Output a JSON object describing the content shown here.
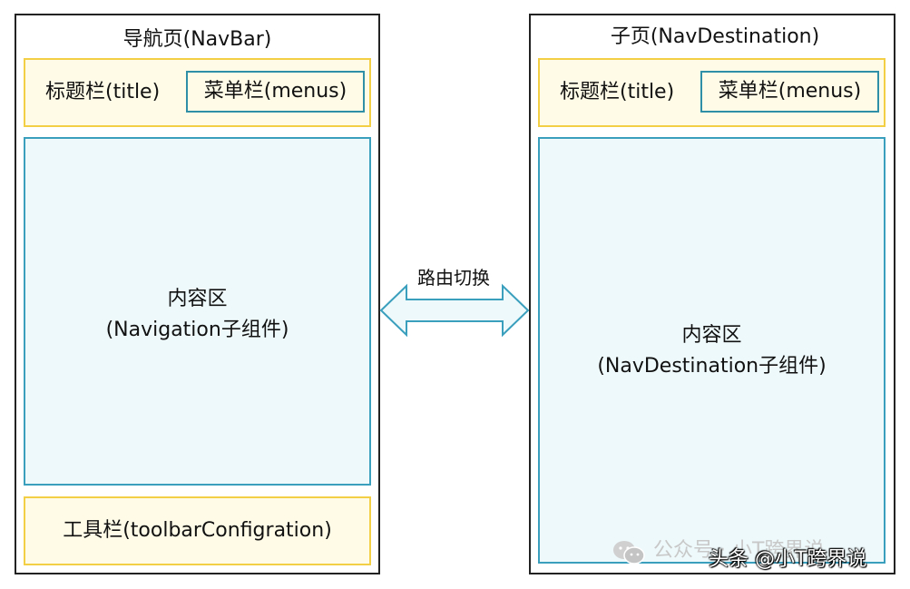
{
  "navbar_page": {
    "title": "导航页(NavBar)",
    "title_bar_label": "标题栏(title)",
    "menu_bar_label": "菜单栏(menus)",
    "content_line1": "内容区",
    "content_line2": "(Navigation子组件)",
    "toolbar_label": "工具栏(toolbarConfigration)"
  },
  "destination_page": {
    "title": "子页(NavDestination)",
    "title_bar_label": "标题栏(title)",
    "menu_bar_label": "菜单栏(menus)",
    "content_line1": "内容区",
    "content_line2": "(NavDestination子组件)"
  },
  "route_switch_label": "路由切换",
  "watermark": {
    "wechat_account": "公众号 · 小T跨界说",
    "toutiao_account": "头条 @小T跨界说"
  },
  "colors": {
    "bar_border": "#f2cf45",
    "bar_fill": "#fffbe6",
    "content_border": "#3a9fbd",
    "content_fill": "#eef9fb",
    "arrow_fill": "#eef9fb"
  }
}
